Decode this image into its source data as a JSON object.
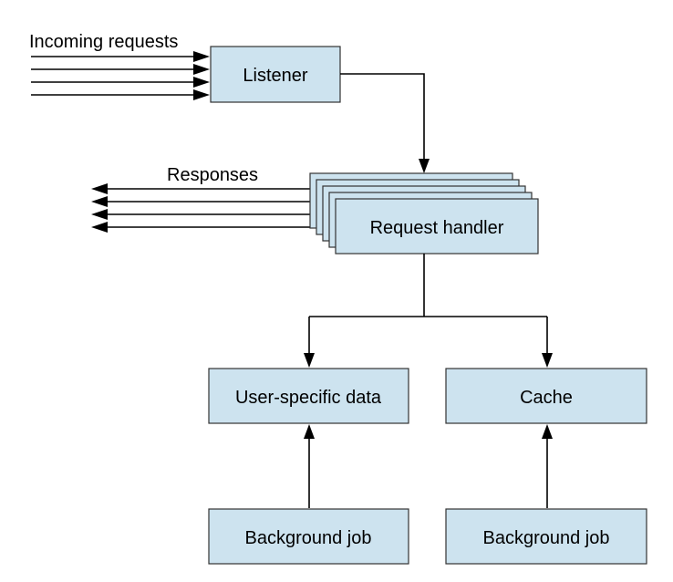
{
  "colors": {
    "box_fill": "#cde3ef",
    "box_stroke": "#333333",
    "line": "#000000",
    "background": "#ffffff"
  },
  "labels": {
    "incoming_requests": "Incoming requests",
    "responses": "Responses"
  },
  "nodes": {
    "listener": "Listener",
    "request_handler": "Request handler",
    "user_data": "User-specific data",
    "cache": "Cache",
    "background_job_left": "Background job",
    "background_job_right": "Background job"
  }
}
